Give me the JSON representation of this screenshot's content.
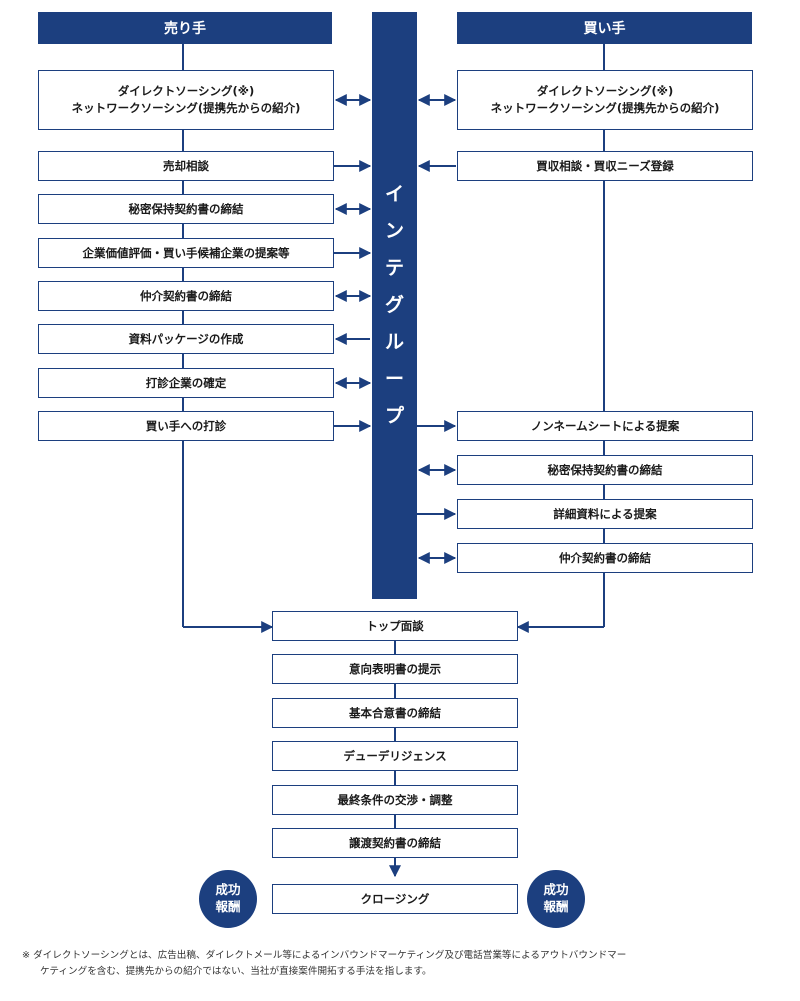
{
  "header": {
    "seller": "売り手",
    "buyer": "買い手"
  },
  "center_bar": {
    "chars": [
      "イ",
      "ン",
      "テ",
      "グ",
      "ル",
      "ー",
      "プ"
    ]
  },
  "seller_steps": [
    {
      "lines": [
        "ダイレクトソーシング(※)",
        "ネットワークソーシング(提携先からの紹介)"
      ]
    },
    {
      "lines": [
        "売却相談"
      ]
    },
    {
      "lines": [
        "秘密保持契約書の締結"
      ]
    },
    {
      "lines": [
        "企業価値評価・買い手候補企業の提案等"
      ]
    },
    {
      "lines": [
        "仲介契約書の締結"
      ]
    },
    {
      "lines": [
        "資料パッケージの作成"
      ]
    },
    {
      "lines": [
        "打診企業の確定"
      ]
    },
    {
      "lines": [
        "買い手への打診"
      ]
    }
  ],
  "buyer_steps": [
    {
      "lines": [
        "ダイレクトソーシング(※)",
        "ネットワークソーシング(提携先からの紹介)"
      ]
    },
    {
      "lines": [
        "買収相談・買収ニーズ登録"
      ]
    },
    {
      "lines": [
        "ノンネームシートによる提案"
      ]
    },
    {
      "lines": [
        "秘密保持契約書の締結"
      ]
    },
    {
      "lines": [
        "詳細資料による提案"
      ]
    },
    {
      "lines": [
        "仲介契約書の締結"
      ]
    }
  ],
  "joint_steps": [
    {
      "lines": [
        "トップ面談"
      ]
    },
    {
      "lines": [
        "意向表明書の提示"
      ]
    },
    {
      "lines": [
        "基本合意書の締結"
      ]
    },
    {
      "lines": [
        "デューデリジェンス"
      ]
    },
    {
      "lines": [
        "最終条件の交渉・調整"
      ]
    },
    {
      "lines": [
        "譲渡契約書の締結"
      ]
    },
    {
      "lines": [
        "クロージング"
      ]
    }
  ],
  "success_fee": {
    "line1": "成功",
    "line2": "報酬"
  },
  "footnote": {
    "line1": "※ ダイレクトソーシングとは、広告出稿、ダイレクトメール等によるインバウンドマーケティング及び電話営業等によるアウトバウンドマー",
    "line2": "ケティングを含む、提携先からの紹介ではない、当社が直接案件開拓する手法を指します。"
  },
  "colors": {
    "primary": "#1c3f7f",
    "text": "#1a1a1a",
    "background": "#ffffff"
  }
}
